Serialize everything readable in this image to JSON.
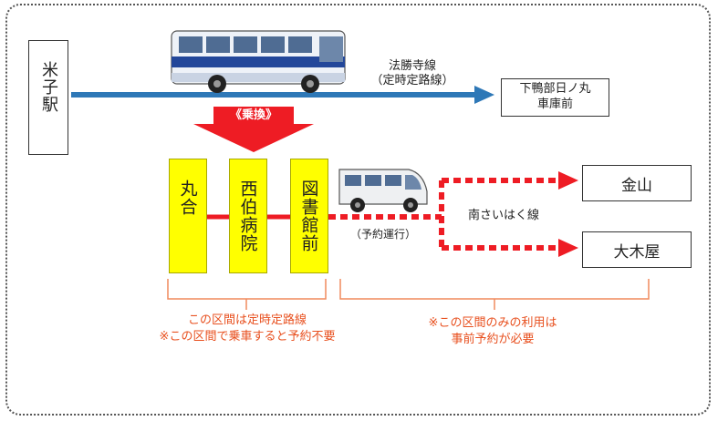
{
  "stations": {
    "origin": "米子駅",
    "terminal_hoshoji": "下鴨部日ノ丸\n車庫前",
    "marugo": "丸合",
    "nishihaku": "西伯病院",
    "toshokan": "図書館前",
    "kanayama": "金山",
    "ogiya": "大木屋"
  },
  "lines": {
    "hoshoji": "法勝寺線\n（定時定路線）",
    "minami": "南さいはく線",
    "reservation": "（予約運行）"
  },
  "transfer": "《乗換》",
  "notes": {
    "fixed_section": "この区間は定時定路線\n※この区間で乗車すると予約不要",
    "reserve_section": "※この区間のみの利用は\n事前予約が必要"
  },
  "colors": {
    "trunk_line": "#2e78b7",
    "transfer_arrow": "#ee1c24",
    "route_red": "#ee1c24",
    "stop_yellow": "#ffff00",
    "note_orange": "#e8501f"
  }
}
